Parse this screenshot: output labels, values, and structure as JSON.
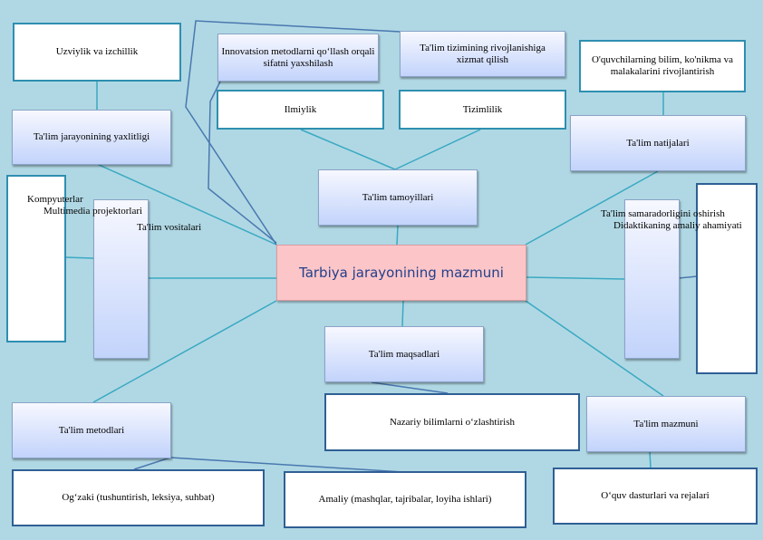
{
  "center": "Tarbiya jarayonining mazmuni",
  "nodes": {
    "uzviylik": "Uzviylik va izchillik",
    "yaxlitligi": "Ta'lim jarayonining yaxlitligi",
    "vositalari": "Ta'lim vositalari",
    "kompyuter": "Kompyuterlar",
    "multimedia": "Multimedia projektorlari",
    "innovatsion": "Innovatsion metodlarni qo‘llash orqali sifatni yaxshilash",
    "rivojlanish": "Ta'lim tizimining rivojlanishiga xizmat qilish",
    "ilmiylik": "Ilmiylik",
    "tizimlilik": "Tizimlilik",
    "tamoyillari": "Ta'lim tamoyillari",
    "bilim": "O'quvchilarning bilim, ko'nikma va malakalarini rivojlantirish",
    "natijalari": "Ta'lim natijalari",
    "samaradorlik": "Ta'lim samaradorligini oshirish",
    "didaktik": "Didaktikaning amaliy ahamiyati",
    "maqsadlari": "Ta'lim maqsadlari",
    "nazariy": "Nazariy bilimlarni o‘zlashtirish",
    "metodlari": "Ta'lim metodlari",
    "mazmuni": "Ta'lim mazmuni",
    "ogzaki": "Og‘zaki (tushuntirish, leksiya, suhbat)",
    "amaliy": "Amaliy (mashqlar, tajribalar, loyiha ishlari)",
    "dasturlar": "O‘quv dasturlari va rejalari"
  },
  "colors": {
    "background": "#b0d8e4",
    "connector": "#3aa9c2",
    "connector_alt": "#4a78b0",
    "center_fill": "#fcc6c9",
    "center_text": "#24408a"
  }
}
